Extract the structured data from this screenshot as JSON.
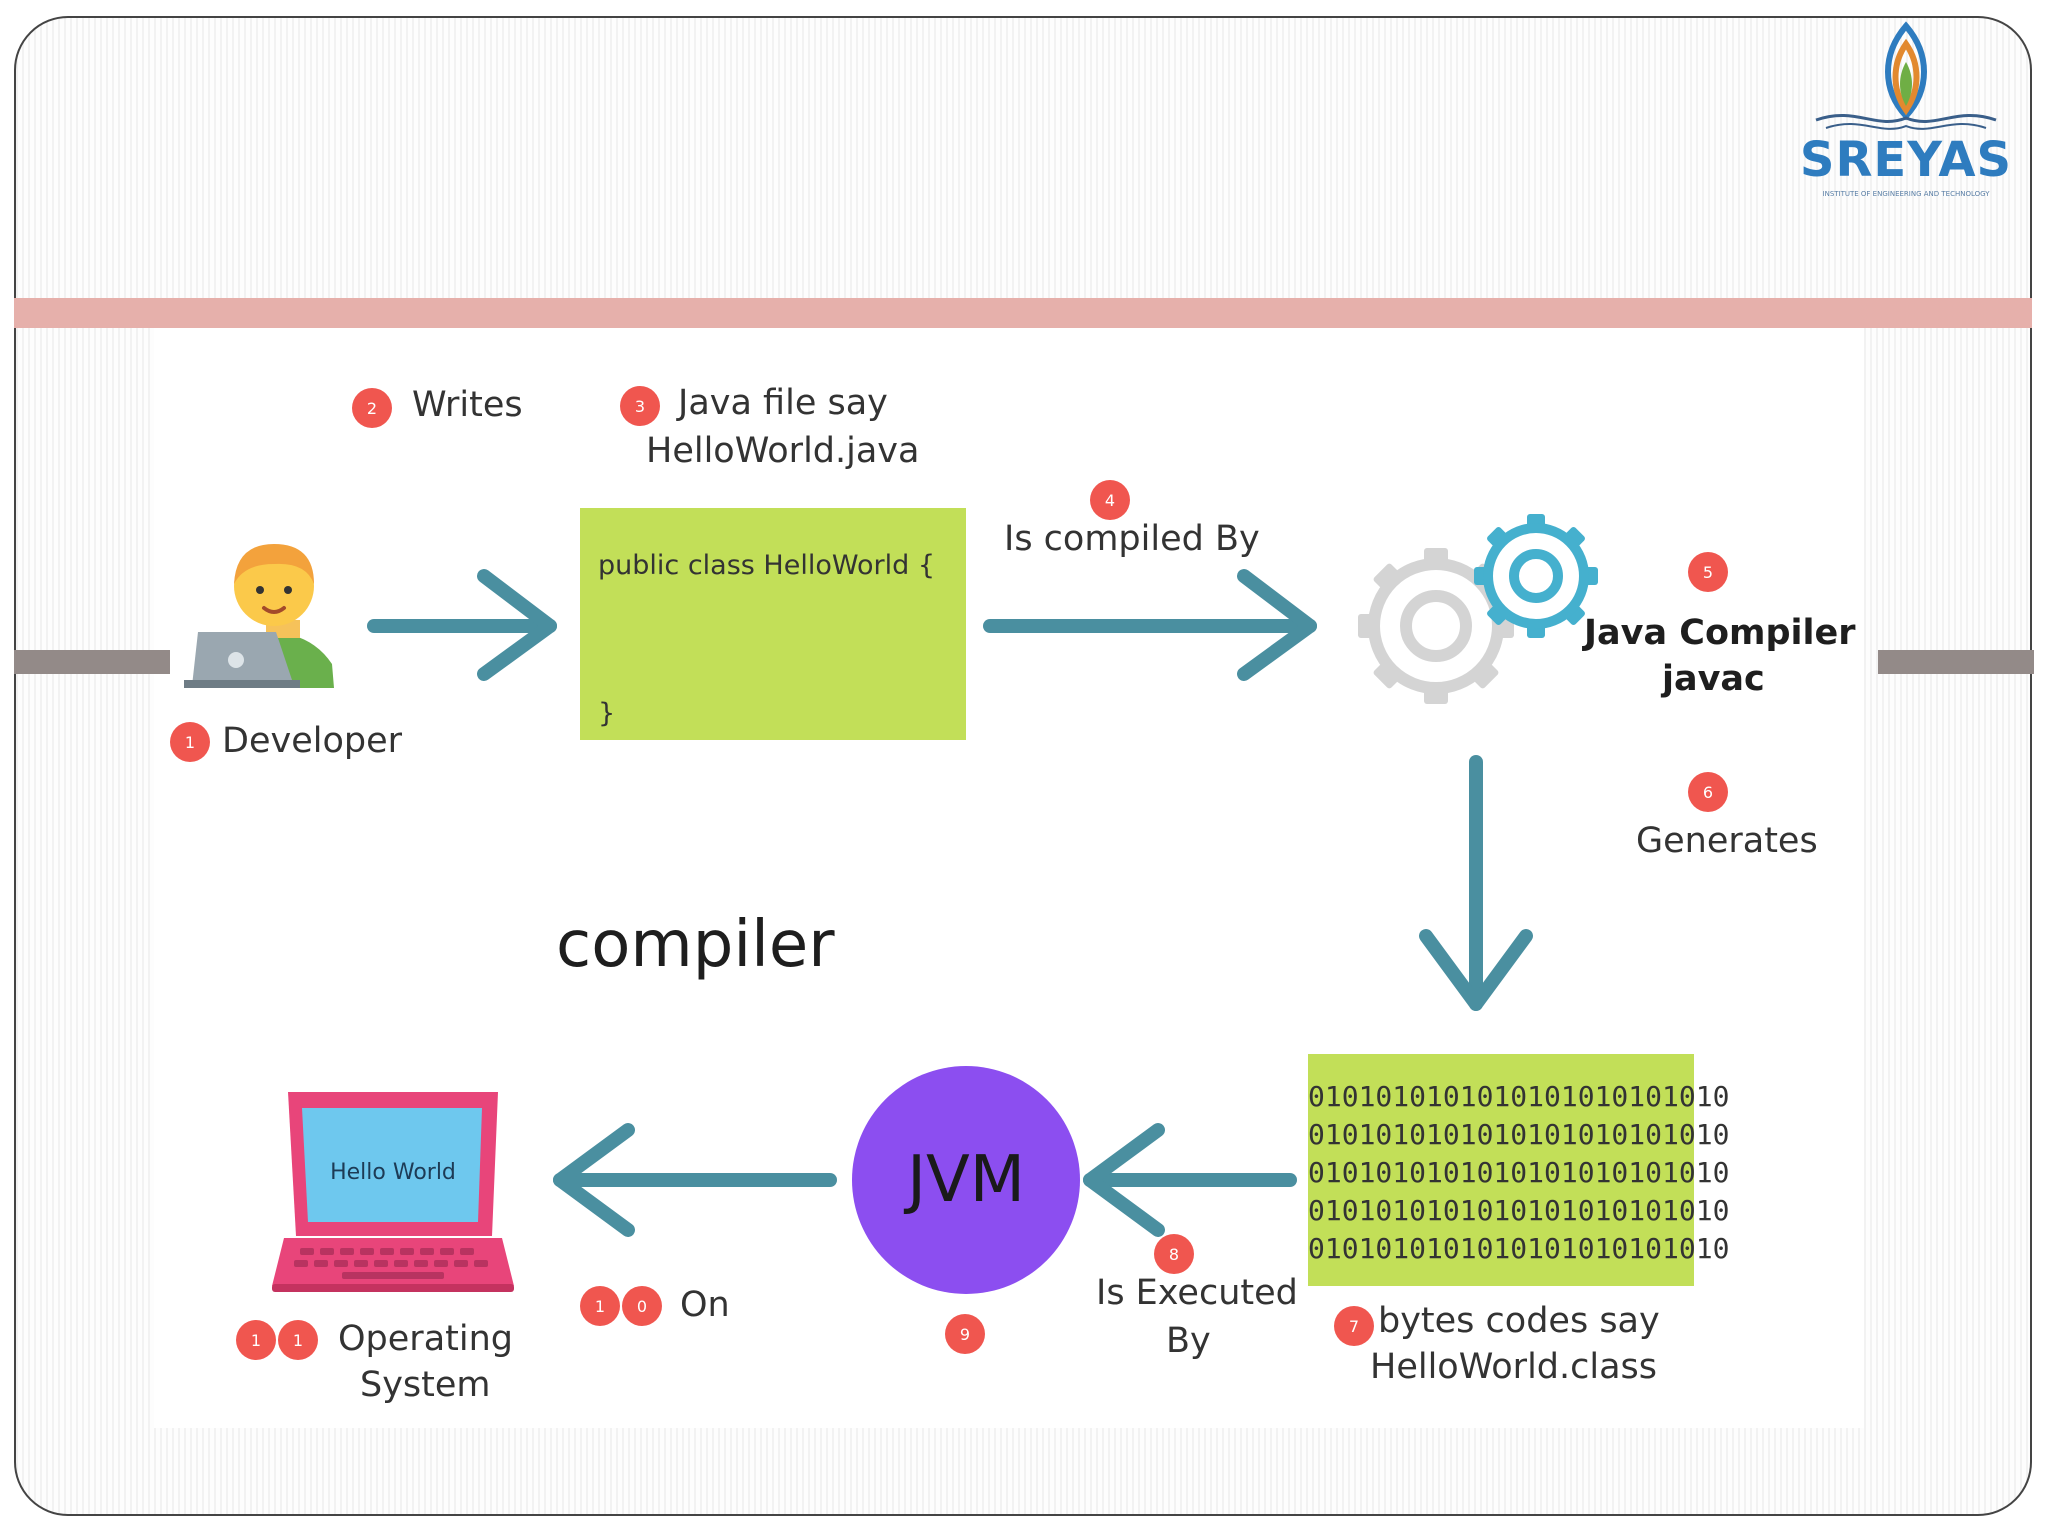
{
  "logo": {
    "text": "SREYAS",
    "subtitle": "INSTITUTE OF ENGINEERING AND TECHNOLOGY"
  },
  "steps": {
    "developer": {
      "num": "1",
      "label": "Developer"
    },
    "writes": {
      "num": "2",
      "label": "Writes"
    },
    "java_file": {
      "num": "3",
      "line1": "Java file say",
      "line2": "HelloWorld.java"
    },
    "compiled_by": {
      "num": "4",
      "label": "Is compiled By"
    },
    "compiler": {
      "num": "5",
      "line1": "Java Compiler",
      "line2": "javac"
    },
    "generates": {
      "num": "6",
      "label": "Generates"
    },
    "bytecode": {
      "num": "7",
      "line1": "bytes codes say",
      "line2": "HelloWorld.class"
    },
    "executed_by": {
      "num": "8",
      "line1": "Is Executed",
      "line2": "By"
    },
    "jvm": {
      "num": "9",
      "label": "JVM"
    },
    "on": {
      "num_a": "1",
      "num_b": "0",
      "label": "On"
    },
    "os": {
      "num_a": "1",
      "num_b": "1",
      "line1": "Operating",
      "line2": "System"
    }
  },
  "code": {
    "line1": "public class HelloWorld {",
    "line2": "}"
  },
  "binary_lines": [
    "0101010101010101010101010",
    "0101010101010101010101010",
    "0101010101010101010101010",
    "0101010101010101010101010",
    "0101010101010101010101010"
  ],
  "screen_text": "Hello World",
  "title": "compiler",
  "colors": {
    "arrow": "#4a8fa0",
    "badge": "#f0564f",
    "code_box": "#c2df58",
    "jvm": "#8c4ef0",
    "header_band": "#e6b0ab",
    "side_bar": "#938a88",
    "laptop_pink": "#e8457a",
    "screen_blue": "#6ec8ee"
  }
}
